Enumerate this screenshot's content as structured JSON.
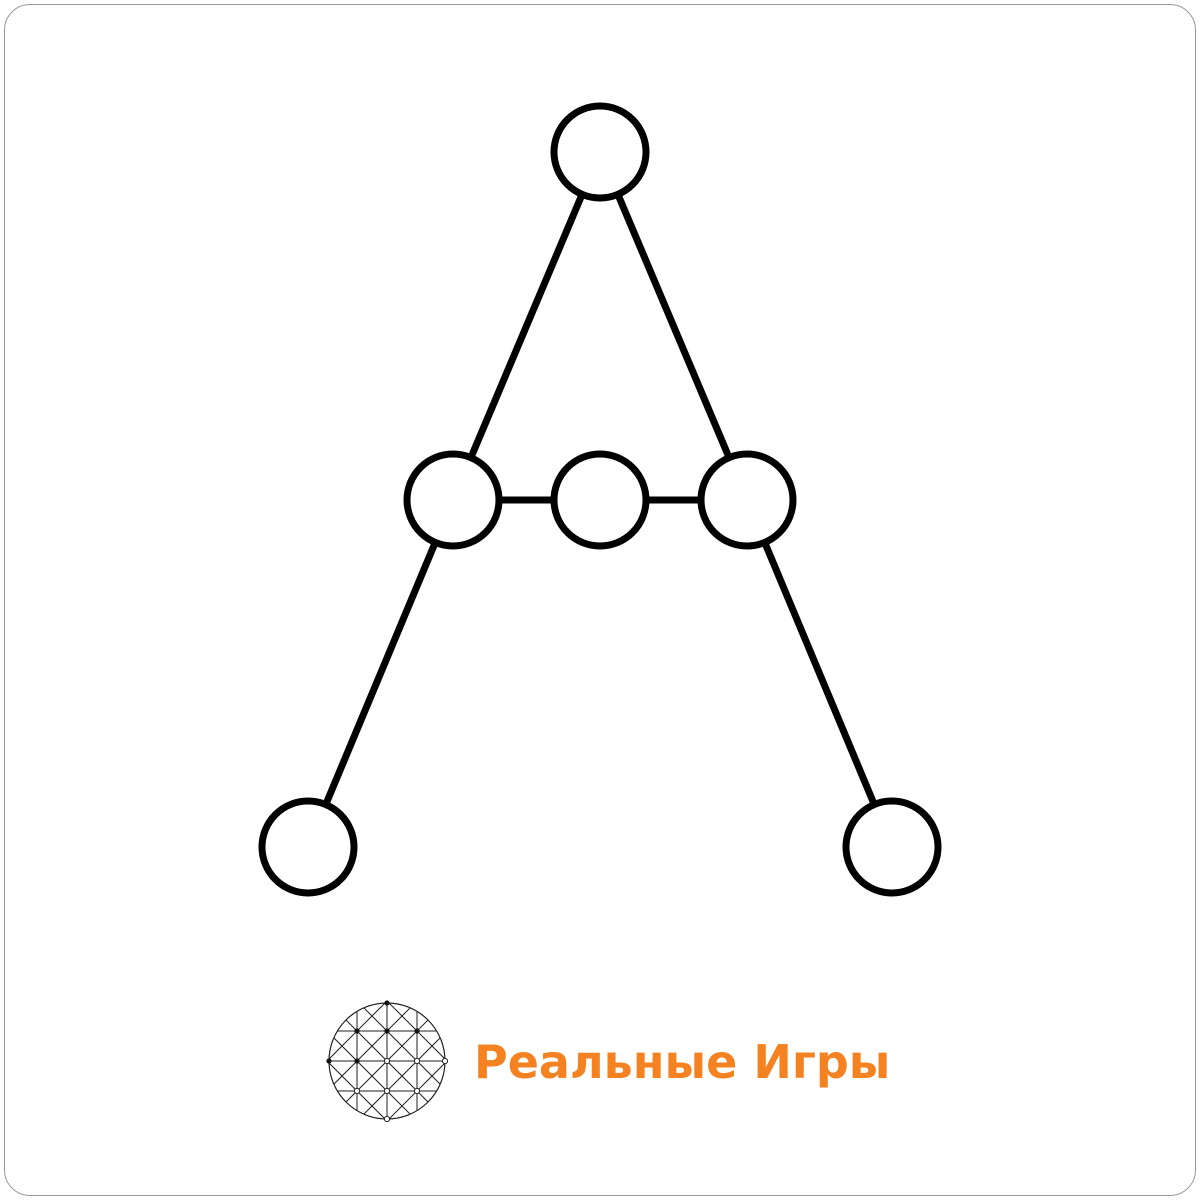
{
  "brand": {
    "name": "Реальные Игры",
    "color": "#f58220",
    "logo_icon": "grid-circle-logo-icon"
  },
  "diagram": {
    "nodes": [
      {
        "id": "top"
      },
      {
        "id": "mid-left"
      },
      {
        "id": "mid-center"
      },
      {
        "id": "mid-right"
      },
      {
        "id": "bottom-left"
      },
      {
        "id": "bottom-right"
      }
    ],
    "edges": [
      [
        "top",
        "mid-left"
      ],
      [
        "top",
        "mid-right"
      ],
      [
        "mid-left",
        "mid-center"
      ],
      [
        "mid-center",
        "mid-right"
      ],
      [
        "mid-left",
        "bottom-left"
      ],
      [
        "mid-right",
        "bottom-right"
      ]
    ],
    "stroke_color": "#000000",
    "node_fill": "#ffffff"
  }
}
